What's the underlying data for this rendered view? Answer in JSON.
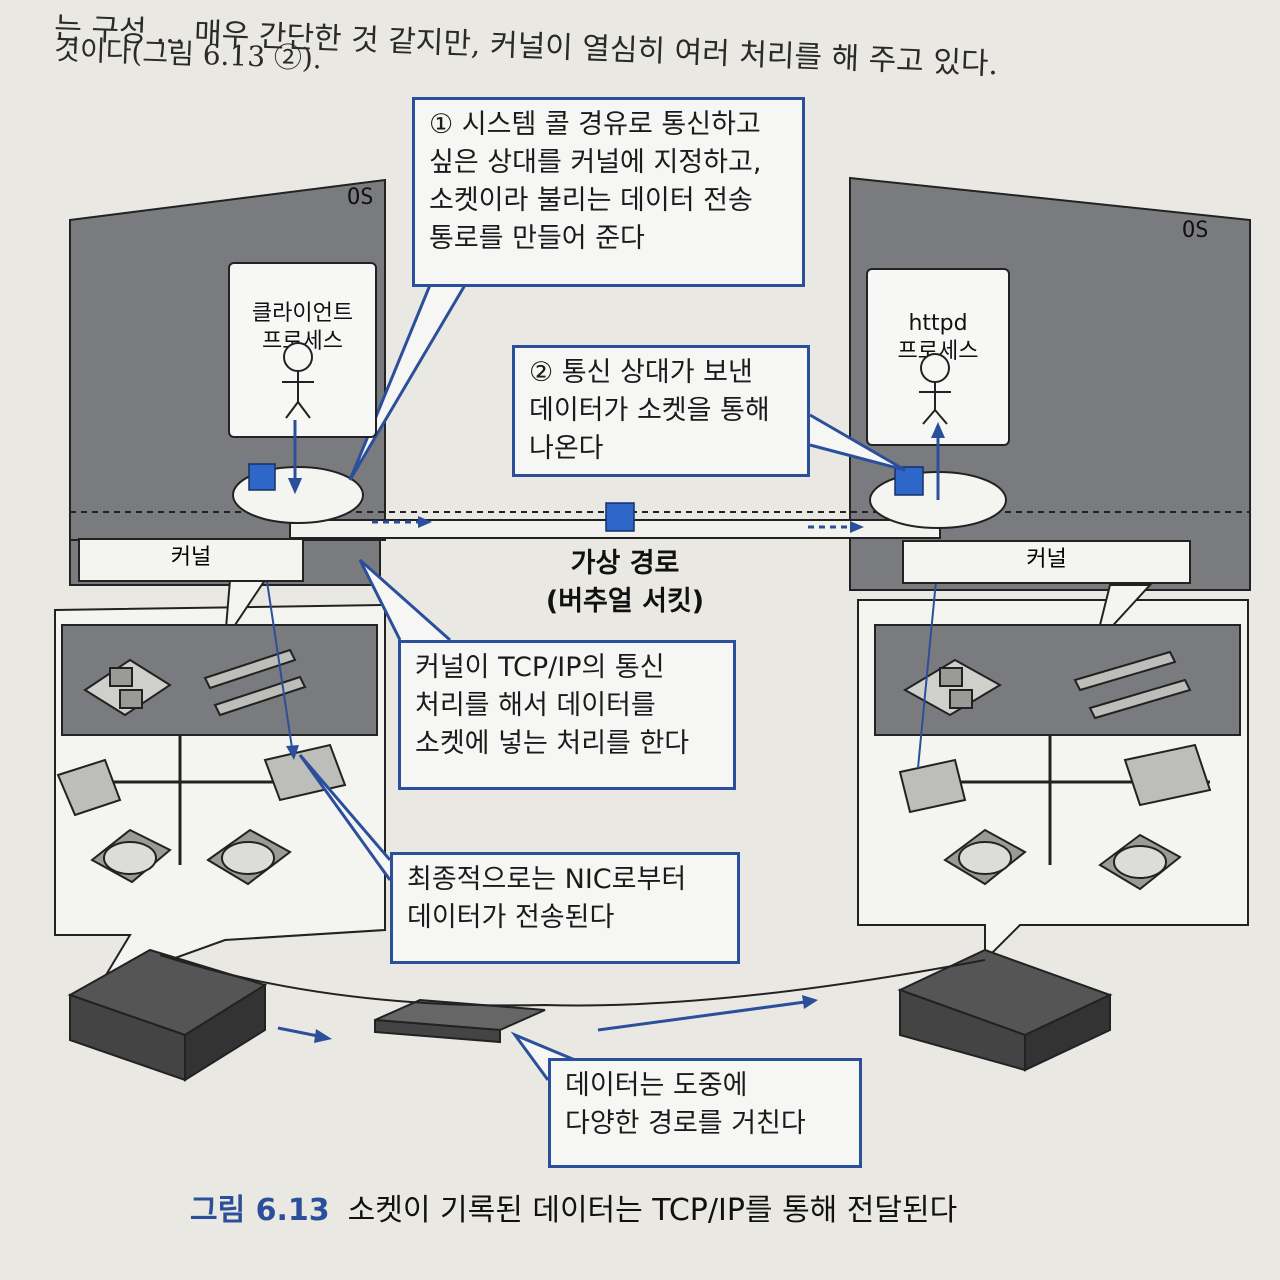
{
  "page_text": {
    "line1": "는 구성 ... 매우 간단한 것 같지만, 커널이 열심히 여러 처리를 해 주고 있다.",
    "line2": "것이다(그림 6.13 ②)."
  },
  "left_os": {
    "os_label": "OS",
    "process_label": "클라이언트\n프로세스",
    "kernel_label": "커널"
  },
  "right_os": {
    "os_label": "OS",
    "process_label": "httpd\n프로세스",
    "kernel_label": "커널"
  },
  "virtual_path": "가상 경로\n(버추얼 서킷)",
  "callouts": {
    "c1": "① 시스템 콜 경유로 통신하고\n싶은 상대를 커널에 지정하고,\n소켓이라 불리는 데이터 전송\n통로를 만들어 준다",
    "c2": "② 통신 상대가 보낸\n데이터가 소켓을 통해\n나온다",
    "c3": "커널이 TCP/IP의 통신\n처리를 해서 데이터를\n소켓에 넣는 처리를 한다",
    "c4": "최종적으로는 NIC로부터\n데이터가 전송된다",
    "c5": "데이터는 도중에\n다양한 경로를 거친다"
  },
  "caption": {
    "number": "그림 6.13",
    "text": "소켓이 기록된 데이터는 TCP/IP를 통해 전달된다"
  },
  "colors": {
    "accent": "#2b4f9a",
    "panel": "#7a7b7e",
    "cube": "#2f67c9"
  }
}
